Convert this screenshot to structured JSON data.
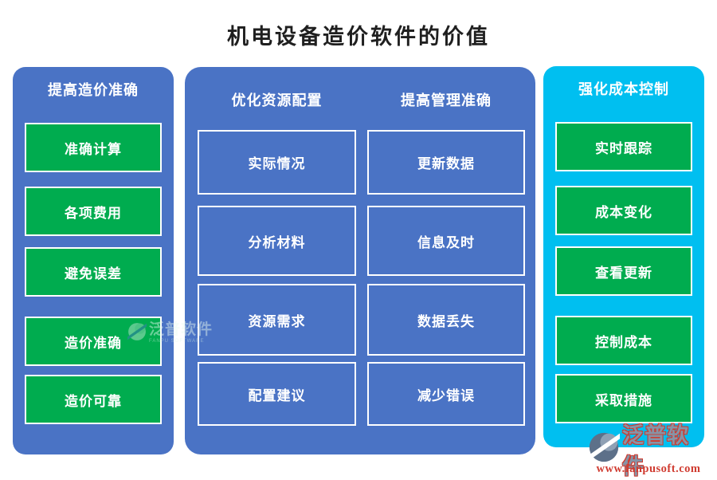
{
  "title": "机电设备造价软件的价值",
  "panels": {
    "left": {
      "header": "提高造价准确",
      "items": [
        "准确计算",
        "各项费用",
        "避免误差",
        "造价准确",
        "造价可靠"
      ]
    },
    "middle": {
      "columns": [
        {
          "header": "优化资源配置",
          "items": [
            "实际情况",
            "分析材料",
            "资源需求",
            "配置建议"
          ]
        },
        {
          "header": "提高管理准确",
          "items": [
            "更新数据",
            "信息及时",
            "数据丢失",
            "减少错误"
          ]
        }
      ]
    },
    "right": {
      "header": "强化成本控制",
      "items": [
        "实时跟踪",
        "成本变化",
        "查看更新",
        "控制成本",
        "采取措施"
      ]
    }
  },
  "watermark": {
    "name": "泛普软件",
    "caption": "FANPU SOFTWARE"
  },
  "brand": {
    "name": "泛普软件",
    "url": "www.fanpusoft.com"
  },
  "colors": {
    "panel_blue": "#4A73C5",
    "panel_cyan": "#00BFF0",
    "item_green": "#00AC4F",
    "text_white": "#FFFFFF",
    "title_text": "#1F1F1F",
    "brand_gray": "#8794A6",
    "brand_red": "#CE3A2F"
  }
}
